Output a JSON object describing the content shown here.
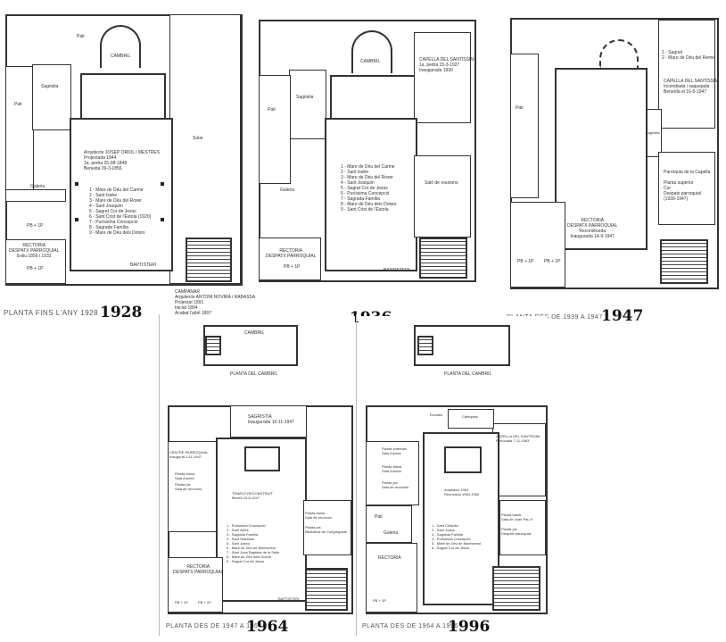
{
  "plans": [
    {
      "year": "1928",
      "caption": "PLANTA FINS L'ANY 1928",
      "labels": {
        "pati_top": "Pati",
        "pati_left": "Pati",
        "cambril": "CAMBRIL",
        "sagristia": "Sagristia",
        "solar": "Solar",
        "galeria": "Galeria",
        "baptisteri": "BAPTISTERI",
        "pb1": "PB + 1P",
        "pb2": "PB + 1P",
        "rectoria": "RECTORIA\nDESPATX PARROQUIAL\nEstiu 1856 i 1932",
        "arquitecte": "Arquitecte JOSEP ORIOL i MESTRES\nProjectada 1844\n1a. pedra 25-08-1848\nBeneida 29-3-1856",
        "chapels": "1 - Mare de Déu del Carme\n2 - Sant Isidre\n3 - Mare de Déu del Roser\n4 - Sant Joaquim\n5 - Sagrat Cor de Jesús\n6 - Sant Crist de l'Estola (1920)\n7 - Puríssima Concepció\n8 - Sagrada Família\n9 - Mare de Déu dels Dolors"
      }
    },
    {
      "year": "1936",
      "caption": "",
      "labels": {
        "cambril": "CAMBRIL",
        "capella": "CAPELLA DEL SANTÍSSIM\n1a. pedra 15-3-1927\nInaugurada 1930",
        "sagristia": "Sagristia",
        "pati": "Pati",
        "galeria": "Galeria",
        "salo": "Saló de reunions",
        "rectoria": "RECTORIA\nDESPATX PARROQUIAL",
        "pb": "PB + 1P",
        "baptisteri": "BAPTISTERI",
        "chapels": "1 - Mare de Déu del Carme\n2 - Sant Isidre\n3 - Mare de Déu del Roser\n4 - Sant Joaquim\n5 - Sagrat Cor de Jesús\n6 - Puríssima Concepció\n7 - Sagrada Família\n8 - Mare de Déu dels Dolors\n9 - Sant Crist de l'Estola",
        "campanar": "CAMPANAR\nArquitecte ANTONI ROVIRA i RABASSA\nProjectat 1891\nIniciat 1894\nAcabat l'abril 1897"
      }
    },
    {
      "year": "1947",
      "caption": "PLANTA DES DE 1939 A 1947",
      "labels": {
        "pati": "Pati",
        "list": "1 - Sagrari\n2 - Mare de Déu del Remei",
        "capella": "CAPELLA DEL SANTÍSSIM\nIncendiada i saquejada\nBeneïda el 16-5-1947",
        "sagristia": "Sagristia",
        "parroquia": "Parròquia de la Capella\n\nPlanta superior\nCor\nDespatx parroquial\n(1939-1947)",
        "rectoria": "RECTORIA\nDESPATX PARROQUIAL\nReconstruïda\nInaugurada 14-9-1947",
        "pb1": "PB + 1P",
        "pb2": "PB + 1P"
      }
    },
    {
      "year": "1964",
      "caption": "PLANTA DES DE 1947 A 1964",
      "labels": {
        "cambril": "CAMBRIL",
        "cambril_plan": "PLANTA DEL CAMBRIL",
        "sagristia": "SAGRISTIA\nInaugurada 16-11-1947",
        "centre": "CENTRE PARROQUIAL\nInaugurat 1-11-1947",
        "planta_baixa": "Planta baixa\nSala d'actes",
        "planta_pis": "Planta pis\nSala de reunions",
        "temple": "TEMPLE RECONSTRUÏT\nBeneït 15-6-1947",
        "chapels": "1 - Puríssima Concepció\n2 - Sant Isidre\n3 - Sagrada Família\n4 - Sant Sebastià\n5 - Sant Josep\n6 - Mare de Déu de Montserrat\n7 - Sant Joan Baptista de la Salle\n8 - Mare de Déu dels Dolors\n9 - Sagrat Cor de Jesús",
        "rectoria": "RECTORIA\nDESPATX PARROQUIAL",
        "baixa_right": "Planta baixa\nSala de reunions",
        "pis_right": "Planta pis\nBiblioteca de Congregants",
        "baptisteri": "BAPTISTERI",
        "pb1": "PB + 1P",
        "pb2": "PB + 1P"
      }
    },
    {
      "year": "1996",
      "caption": "PLANTA DES DE 1964 A 1996",
      "labels": {
        "cambril_plan": "PLANTA DEL CAMBRIL",
        "capella": "CAPELLA DEL SANTÍSSIM\nRenovada 7-11-1963",
        "catequesi": "Catequesi",
        "escales": "Escales",
        "planta_soterrani": "Planta soterrani\nSala d'actes",
        "planta_baixa": "Planta baixa\nSala d'actes",
        "planta_pis": "Planta pis\nSala de reunions",
        "ampliacio": "Ampliació 1964\nRenovació 1963-1964",
        "chapels": "1 - Sant Cristòfol\n2 - Sant Josep\n3 - Sagrada Família\n4 - Puríssima Concepció\n5 - Mare de Déu de Montserrat\n6 - Sagrat Cor de Jesús",
        "pati": "Pati",
        "galeria": "Galeria",
        "rectoria": "RECTORIA",
        "baixa_right": "Planta baixa\nSala de Joan Pau II",
        "pis_right": "Planta pis\nDespatx parroquial",
        "pb": "PB + 1P"
      }
    }
  ]
}
